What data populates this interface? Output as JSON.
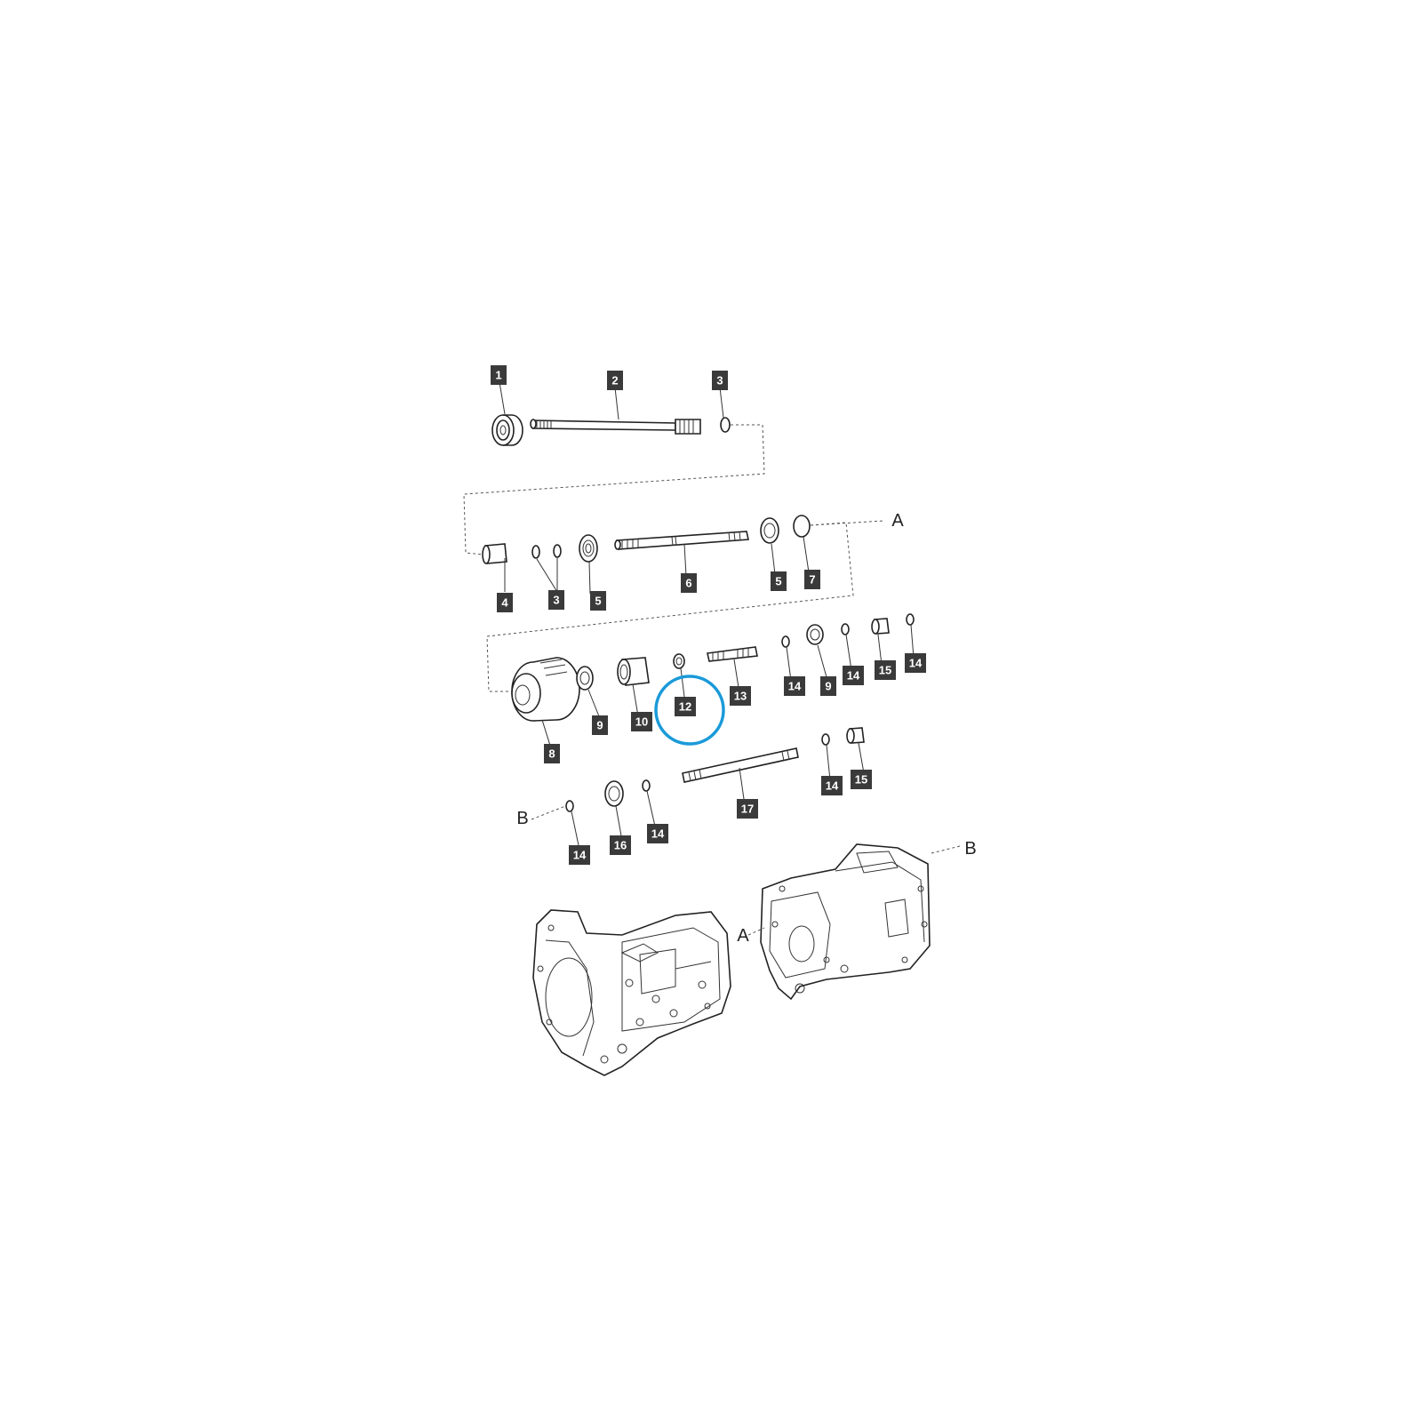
{
  "highlight_color": "#1a9ad9",
  "callouts": [
    {
      "id": "c1",
      "label": "1"
    },
    {
      "id": "c2",
      "label": "2"
    },
    {
      "id": "c3a",
      "label": "3"
    },
    {
      "id": "c3b",
      "label": "3"
    },
    {
      "id": "c4",
      "label": "4"
    },
    {
      "id": "c5a",
      "label": "5"
    },
    {
      "id": "c5b",
      "label": "5"
    },
    {
      "id": "c6",
      "label": "6"
    },
    {
      "id": "c7",
      "label": "7"
    },
    {
      "id": "c8",
      "label": "8"
    },
    {
      "id": "c9a",
      "label": "9"
    },
    {
      "id": "c9b",
      "label": "9"
    },
    {
      "id": "c10",
      "label": "10"
    },
    {
      "id": "c12",
      "label": "12",
      "highlighted": true
    },
    {
      "id": "c13",
      "label": "13"
    },
    {
      "id": "c14a",
      "label": "14"
    },
    {
      "id": "c14b",
      "label": "14"
    },
    {
      "id": "c14c",
      "label": "14"
    },
    {
      "id": "c14d",
      "label": "14"
    },
    {
      "id": "c14e",
      "label": "14"
    },
    {
      "id": "c14f",
      "label": "14"
    },
    {
      "id": "c15a",
      "label": "15"
    },
    {
      "id": "c15b",
      "label": "15"
    },
    {
      "id": "c16",
      "label": "16"
    },
    {
      "id": "c17",
      "label": "17"
    }
  ],
  "reference_letters": [
    {
      "id": "A1",
      "label": "A"
    },
    {
      "id": "A2",
      "label": "A"
    },
    {
      "id": "B1",
      "label": "B"
    },
    {
      "id": "B2",
      "label": "B"
    }
  ]
}
